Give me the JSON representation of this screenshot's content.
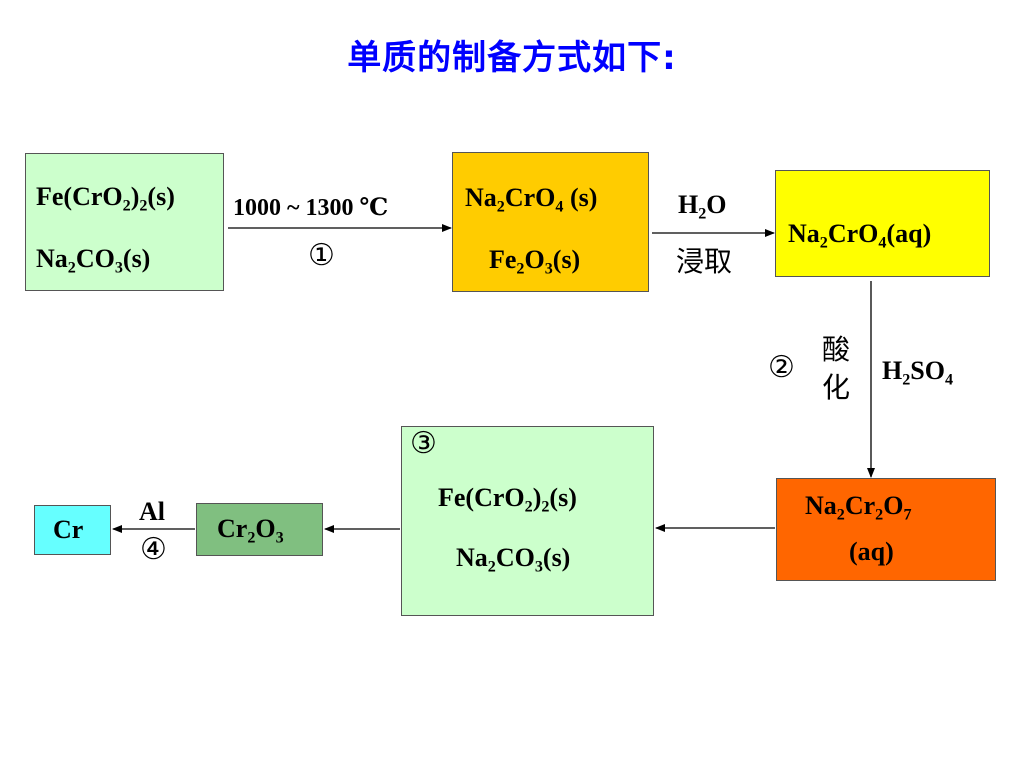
{
  "title": "单质的制备方式如下:",
  "boxes": {
    "start": {
      "l1a": "Fe(CrO",
      "l1s1": "2",
      "l1b": ")",
      "l1s2": "2",
      "l1c": "(s)",
      "l2a": "Na",
      "l2s1": "2",
      "l2b": "CO",
      "l2s2": "3",
      "l2c": "(s)",
      "color": "#ccffcc"
    },
    "roast": {
      "l1a": "Na",
      "l1s1": "2",
      "l1b": "CrO",
      "l1s2": "4",
      "l1c": " (s)",
      "l2a": "Fe",
      "l2s1": "2",
      "l2b": "O",
      "l2s2": "3",
      "l2c": "(s)",
      "color": "#ffcc00"
    },
    "leach": {
      "l1a": "Na",
      "l1s1": "2",
      "l1b": "CrO",
      "l1s2": "4",
      "l1c": "(aq)",
      "color": "#ffff00"
    },
    "dichromate": {
      "l1a": "Na",
      "l1s1": "2",
      "l1b": "Cr",
      "l1s2": "2",
      "l1c": "O",
      "l1s3": "7",
      "l2": "(aq)",
      "color": "#ff6600"
    },
    "step3": {
      "l1a": "Fe(CrO",
      "l1s1": "2",
      "l1b": ")",
      "l1s2": "2",
      "l1c": "(s)",
      "l2a": "Na",
      "l2s1": "2",
      "l2b": "CO",
      "l2s2": "3",
      "l2c": "(s)",
      "color": "#ccffcc"
    },
    "oxide": {
      "a": "Cr",
      "s1": "2",
      "b": "O",
      "s2": "3",
      "color": "#80bf80"
    },
    "metal": {
      "text": "Cr",
      "color": "#66ffff"
    }
  },
  "labels": {
    "temp": "1000 ~ 1300 ℃",
    "c1": "①",
    "water_a": "H",
    "water_s": "2",
    "water_b": "O",
    "leach_cn": "浸取",
    "c2": "②",
    "acid_cn_1": "酸",
    "acid_cn_2": "化",
    "acid_a": "H",
    "acid_s1": "2",
    "acid_b": "SO",
    "acid_s2": "4",
    "c3": "③",
    "al": "Al",
    "c4": "④"
  }
}
